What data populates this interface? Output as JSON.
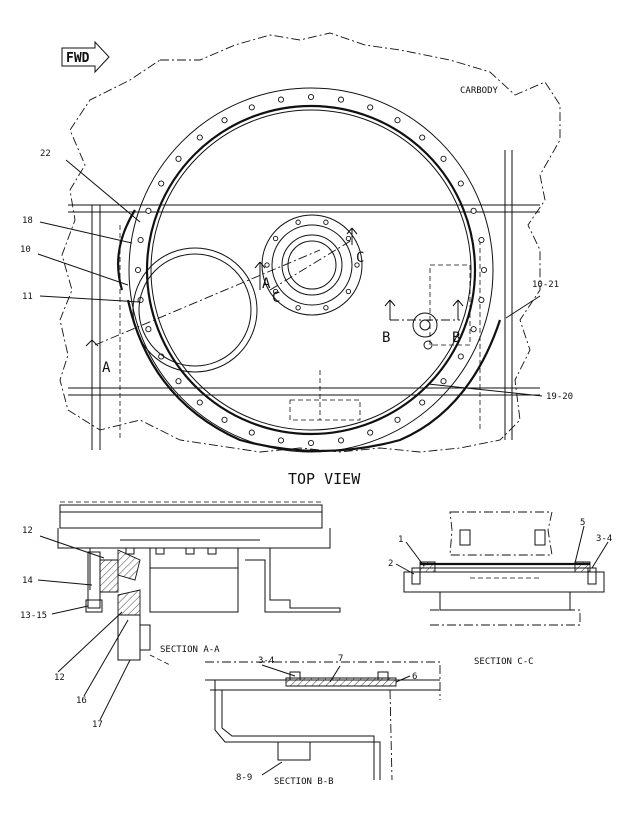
{
  "fwd_label": "FWD",
  "carbody_label": "CARBODY",
  "top_view_title": "TOP VIEW",
  "section_a_title": "SECTION A-A",
  "section_b_title": "SECTION B-B",
  "section_c_title": "SECTION C-C",
  "section_markers": {
    "a": "A",
    "b": "B",
    "c": "C"
  },
  "callouts_top": {
    "c22": "22",
    "c18": "18",
    "c10": "10",
    "c11": "11",
    "c10_21": "10-21",
    "c19_20": "19-20"
  },
  "callouts_a": {
    "c12_top": "12",
    "c14": "14",
    "c13_15": "13-15",
    "c12_bottom": "12",
    "c16": "16",
    "c17": "17"
  },
  "callouts_c": {
    "c1": "1",
    "c2": "2",
    "c5": "5",
    "c3_4": "3-4"
  },
  "callouts_b": {
    "c3_4": "3-4",
    "c7": "7",
    "c6": "6",
    "c8_9": "8-9"
  }
}
